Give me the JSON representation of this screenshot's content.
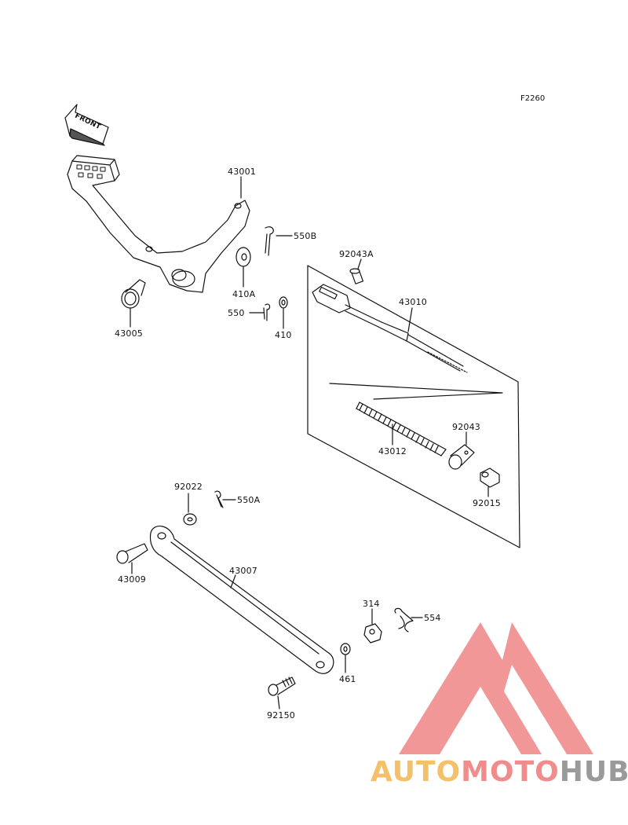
{
  "diagram_code": "F2260",
  "front_label": "FRONT",
  "parts": [
    {
      "id": "43001",
      "label": "43001"
    },
    {
      "id": "550B",
      "label": "550B"
    },
    {
      "id": "92043A",
      "label": "92043A"
    },
    {
      "id": "410A",
      "label": "410A"
    },
    {
      "id": "43010",
      "label": "43010"
    },
    {
      "id": "550",
      "label": "550"
    },
    {
      "id": "410",
      "label": "410"
    },
    {
      "id": "43005",
      "label": "43005"
    },
    {
      "id": "92043",
      "label": "92043"
    },
    {
      "id": "43012",
      "label": "43012"
    },
    {
      "id": "92015",
      "label": "92015"
    },
    {
      "id": "92022",
      "label": "92022"
    },
    {
      "id": "550A",
      "label": "550A"
    },
    {
      "id": "43009",
      "label": "43009"
    },
    {
      "id": "43007",
      "label": "43007"
    },
    {
      "id": "314",
      "label": "314"
    },
    {
      "id": "554",
      "label": "554"
    },
    {
      "id": "461",
      "label": "461"
    },
    {
      "id": "92150",
      "label": "92150"
    }
  ],
  "watermark": {
    "part1": "AUTO",
    "part2": "MOTO",
    "part3": "HUB"
  },
  "colors": {
    "line": "#111111",
    "watermark_triangle": "#f08c8c",
    "watermark_auto": "#f5c06a",
    "watermark_hub": "#9a9a9a"
  }
}
